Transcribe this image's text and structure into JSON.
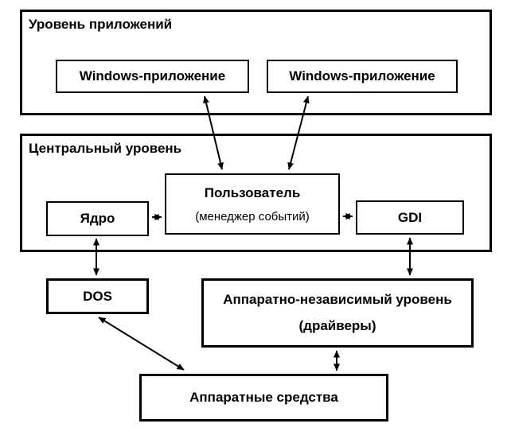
{
  "diagram": {
    "colors": {
      "background": "#ffffff",
      "line": "#000000",
      "box_fill": "#ffffff"
    },
    "layers": [
      {
        "id": "app_level",
        "label": "Уровень приложений"
      },
      {
        "id": "central_level",
        "label": "Центральный уровень"
      }
    ],
    "nodes": {
      "win_app_1": {
        "label": "Windows-приложение"
      },
      "win_app_2": {
        "label": "Windows-приложение"
      },
      "user": {
        "label": "Пользователь",
        "sublabel": "(менеджер событий)"
      },
      "kernel": {
        "label": "Ядро"
      },
      "gdi": {
        "label": "GDI"
      },
      "dos": {
        "label": "DOS"
      },
      "driver_level": {
        "label": "Аппаратно-независимый уровень",
        "sublabel": "(драйверы)"
      },
      "hardware": {
        "label": "Аппаратные средства"
      }
    },
    "connections": [
      {
        "from": "win_app_1",
        "to": "user",
        "bidirectional": true
      },
      {
        "from": "win_app_2",
        "to": "user",
        "bidirectional": true
      },
      {
        "from": "kernel",
        "to": "user",
        "bidirectional": true
      },
      {
        "from": "user",
        "to": "gdi",
        "bidirectional": true
      },
      {
        "from": "kernel",
        "to": "dos",
        "bidirectional": true
      },
      {
        "from": "gdi",
        "to": "driver_level",
        "bidirectional": true
      },
      {
        "from": "dos",
        "to": "hardware",
        "bidirectional": true
      },
      {
        "from": "driver_level",
        "to": "hardware",
        "bidirectional": true
      }
    ]
  }
}
